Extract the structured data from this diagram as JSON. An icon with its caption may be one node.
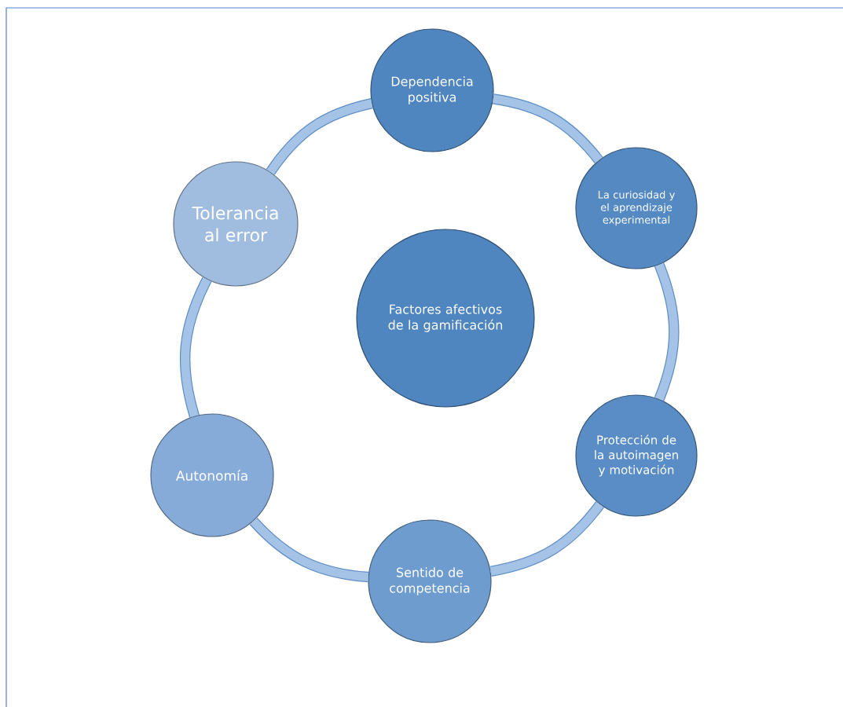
{
  "diagram": {
    "nodes": [
      {
        "text": [
          "Factores afectivos de la gamificación"
        ]
      },
      {
        "text": [
          "Dependencia positiva"
        ]
      },
      {
        "text": [
          "La curiosidad y el aprendizaje experimental"
        ]
      },
      {
        "text": [
          "Protección de la autoimagen y motivación"
        ]
      },
      {
        "text": [
          "Sentido de competencia"
        ]
      },
      {
        "text": [
          "Autonomía"
        ]
      },
      {
        "text": [
          "Tolerancia al error"
        ]
      }
    ],
    "edges": [
      {
        "from": 1,
        "to": 2,
        "arrow": "none"
      },
      {
        "from": 2,
        "to": 3,
        "arrow": "none"
      },
      {
        "from": 3,
        "to": 4,
        "arrow": "none"
      },
      {
        "from": 4,
        "to": 5,
        "arrow": "none"
      },
      {
        "from": 5,
        "to": 6,
        "arrow": "none"
      },
      {
        "from": 6,
        "to": 1,
        "arrow": "none"
      }
    ]
  }
}
